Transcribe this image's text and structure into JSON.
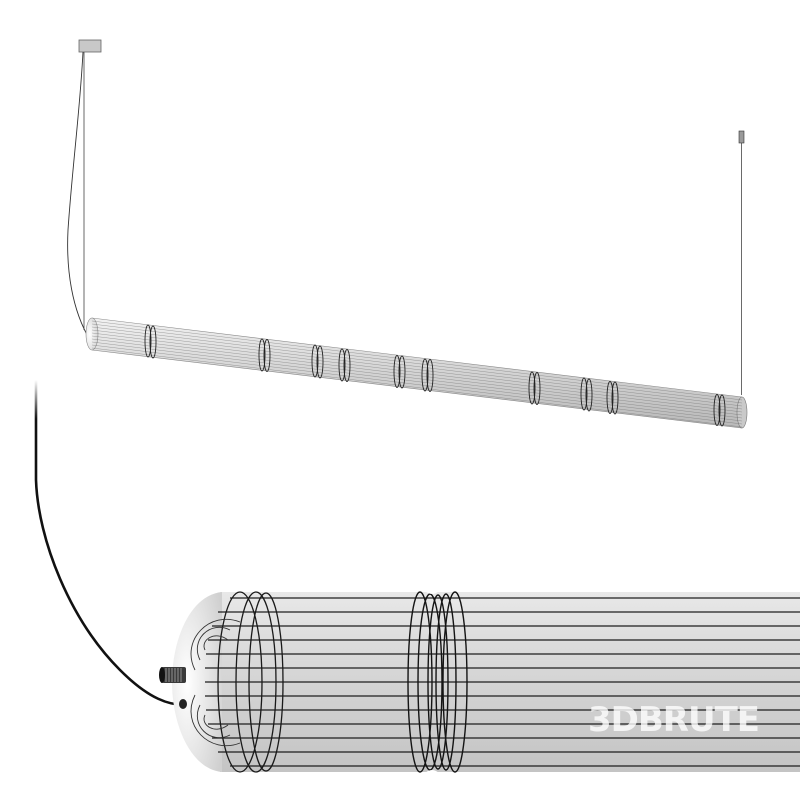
{
  "image": {
    "subject": "Linear pendant light, wireframe 3D model render",
    "background_color": "#ffffff",
    "tube_fill": "#d7d7d7",
    "wire_color": "#111111",
    "mesh_line_color": "#2a2a2a"
  },
  "watermark": {
    "text": "3DBRUTE"
  },
  "views": [
    {
      "name": "full-view",
      "description": "Full pendant with ceiling canopy, cable and suspension wire"
    },
    {
      "name": "detail-view",
      "description": "Close-up of tube end cap with cable entry and segment joint"
    }
  ]
}
